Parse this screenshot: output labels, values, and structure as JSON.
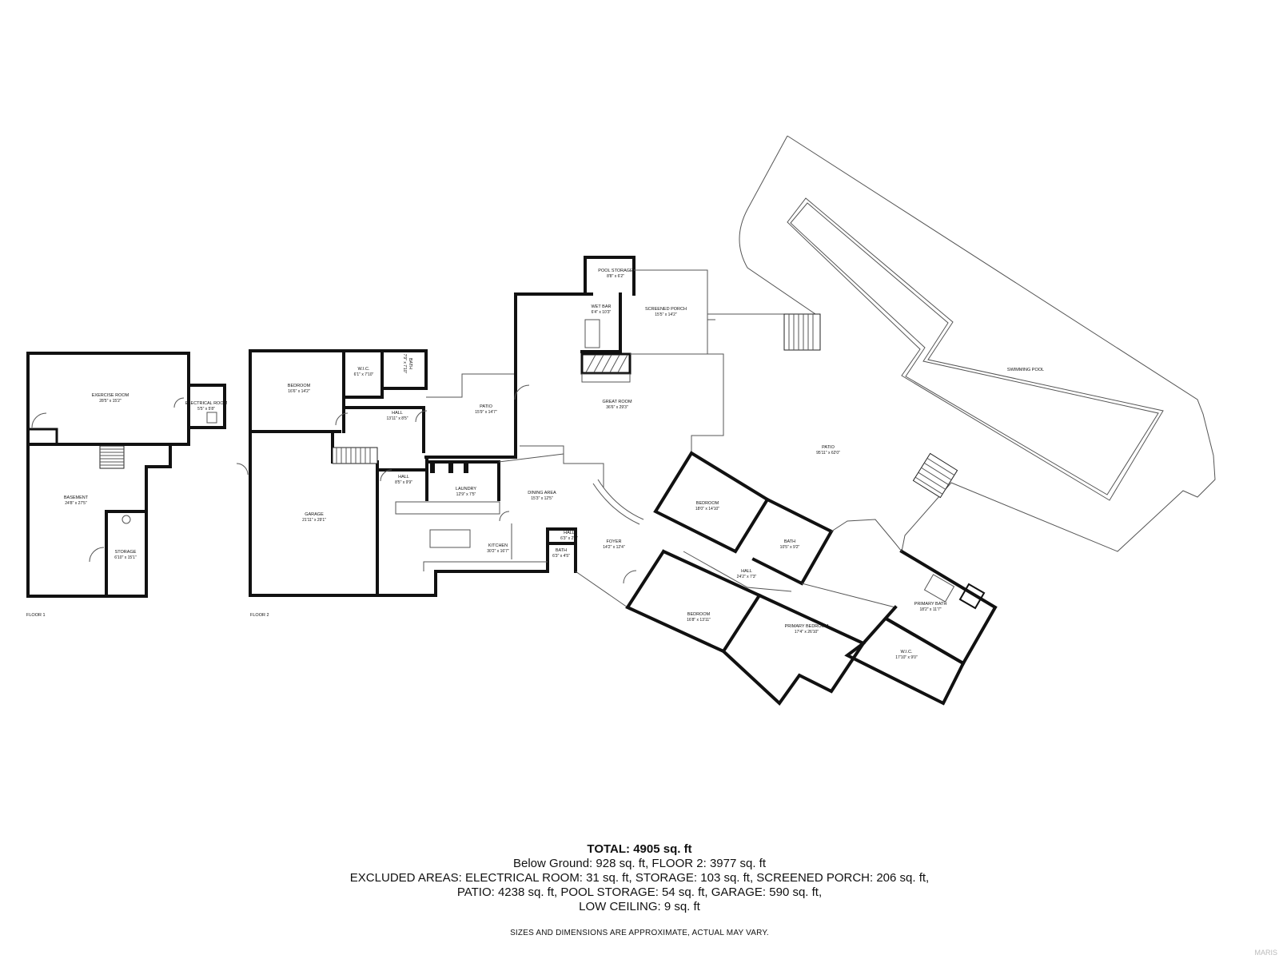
{
  "floors": [
    {
      "label": "FLOOR 1",
      "rooms": [
        {
          "id": "exercise-room",
          "name": "EXERCISE ROOM",
          "dims": "28'5\" x 15'2\""
        },
        {
          "id": "electrical-room",
          "name": "ELECTRICAL ROOM",
          "dims": "5'5\" x 5'8\""
        },
        {
          "id": "basement",
          "name": "BASEMENT",
          "dims": "24'8\" x 27'5\""
        },
        {
          "id": "storage",
          "name": "STORAGE",
          "dims": "6'10\" x 15'1\""
        }
      ]
    },
    {
      "label": "FLOOR 2",
      "rooms": [
        {
          "id": "bedroom-1",
          "name": "BEDROOM",
          "dims": "16'6\" x 14'2\""
        },
        {
          "id": "wic-1",
          "name": "W.I.C.",
          "dims": "6'1\" x 7'10\""
        },
        {
          "id": "bath-1",
          "name": "BATH",
          "dims": "7'9\" x 7'10\""
        },
        {
          "id": "hall-1",
          "name": "HALL",
          "dims": "13'11\" x 8'5\""
        },
        {
          "id": "patio-small",
          "name": "PATIO",
          "dims": "15'9\" x 14'7\""
        },
        {
          "id": "pool-storage",
          "name": "POOL STORAGE",
          "dims": "8'8\" x 6'2\""
        },
        {
          "id": "wet-bar",
          "name": "WET BAR",
          "dims": "6'4\" x 10'3\""
        },
        {
          "id": "screened-porch",
          "name": "SCREENED PORCH",
          "dims": "15'5\" x 14'2\""
        },
        {
          "id": "great-room",
          "name": "GREAT ROOM",
          "dims": "36'6\" x 29'3\""
        },
        {
          "id": "swimming-pool",
          "name": "SWIMMING POOL",
          "dims": ""
        },
        {
          "id": "patio-large",
          "name": "PATIO",
          "dims": "95'11\" x 62'0\""
        },
        {
          "id": "garage",
          "name": "GARAGE",
          "dims": "21'11\" x 29'1\""
        },
        {
          "id": "hall-2",
          "name": "HALL",
          "dims": "8'5\" x 9'9\""
        },
        {
          "id": "laundry",
          "name": "LAUNDRY",
          "dims": "12'9\" x 7'5\""
        },
        {
          "id": "dining-area",
          "name": "DINING AREA",
          "dims": "15'3\" x 12'5\""
        },
        {
          "id": "kitchen",
          "name": "KITCHEN",
          "dims": "30'2\" x 16'7\""
        },
        {
          "id": "hall-3",
          "name": "HALL",
          "dims": "6'3\" x 2'9\""
        },
        {
          "id": "bath-2",
          "name": "BATH",
          "dims": "6'3\" x 4'5\""
        },
        {
          "id": "foyer",
          "name": "FOYER",
          "dims": "14'2\" x 12'4\""
        },
        {
          "id": "bedroom-2",
          "name": "BEDROOM",
          "dims": "18'0\" x 14'10\""
        },
        {
          "id": "bath-3",
          "name": "BATH",
          "dims": "10'5\" x 9'2\""
        },
        {
          "id": "hall-4",
          "name": "HALL",
          "dims": "24'2\" x 7'3\""
        },
        {
          "id": "bedroom-3",
          "name": "BEDROOM",
          "dims": "16'8\" x 13'11\""
        },
        {
          "id": "primary-bedroom",
          "name": "PRIMARY BEDROOM",
          "dims": "17'4\" x 26'10\""
        },
        {
          "id": "primary-bath",
          "name": "PRIMARY BATH",
          "dims": "18'2\" x 11'7\""
        },
        {
          "id": "wic-2",
          "name": "W.I.C.",
          "dims": "17'10\" x 9'0\""
        }
      ]
    }
  ],
  "summary": {
    "total": "TOTAL: 4905 sq. ft",
    "lines": [
      "Below Ground: 928 sq. ft, FLOOR 2: 3977 sq. ft",
      "EXCLUDED AREAS: ELECTRICAL ROOM: 31 sq. ft, STORAGE: 103 sq. ft, SCREENED PORCH: 206 sq. ft,",
      "PATIO: 4238 sq. ft, POOL STORAGE: 54 sq. ft, GARAGE: 590 sq. ft,",
      "LOW CEILING: 9 sq. ft"
    ],
    "disclaimer": "SIZES AND DIMENSIONS ARE APPROXIMATE, ACTUAL MAY VARY."
  },
  "watermark": "MARIS"
}
